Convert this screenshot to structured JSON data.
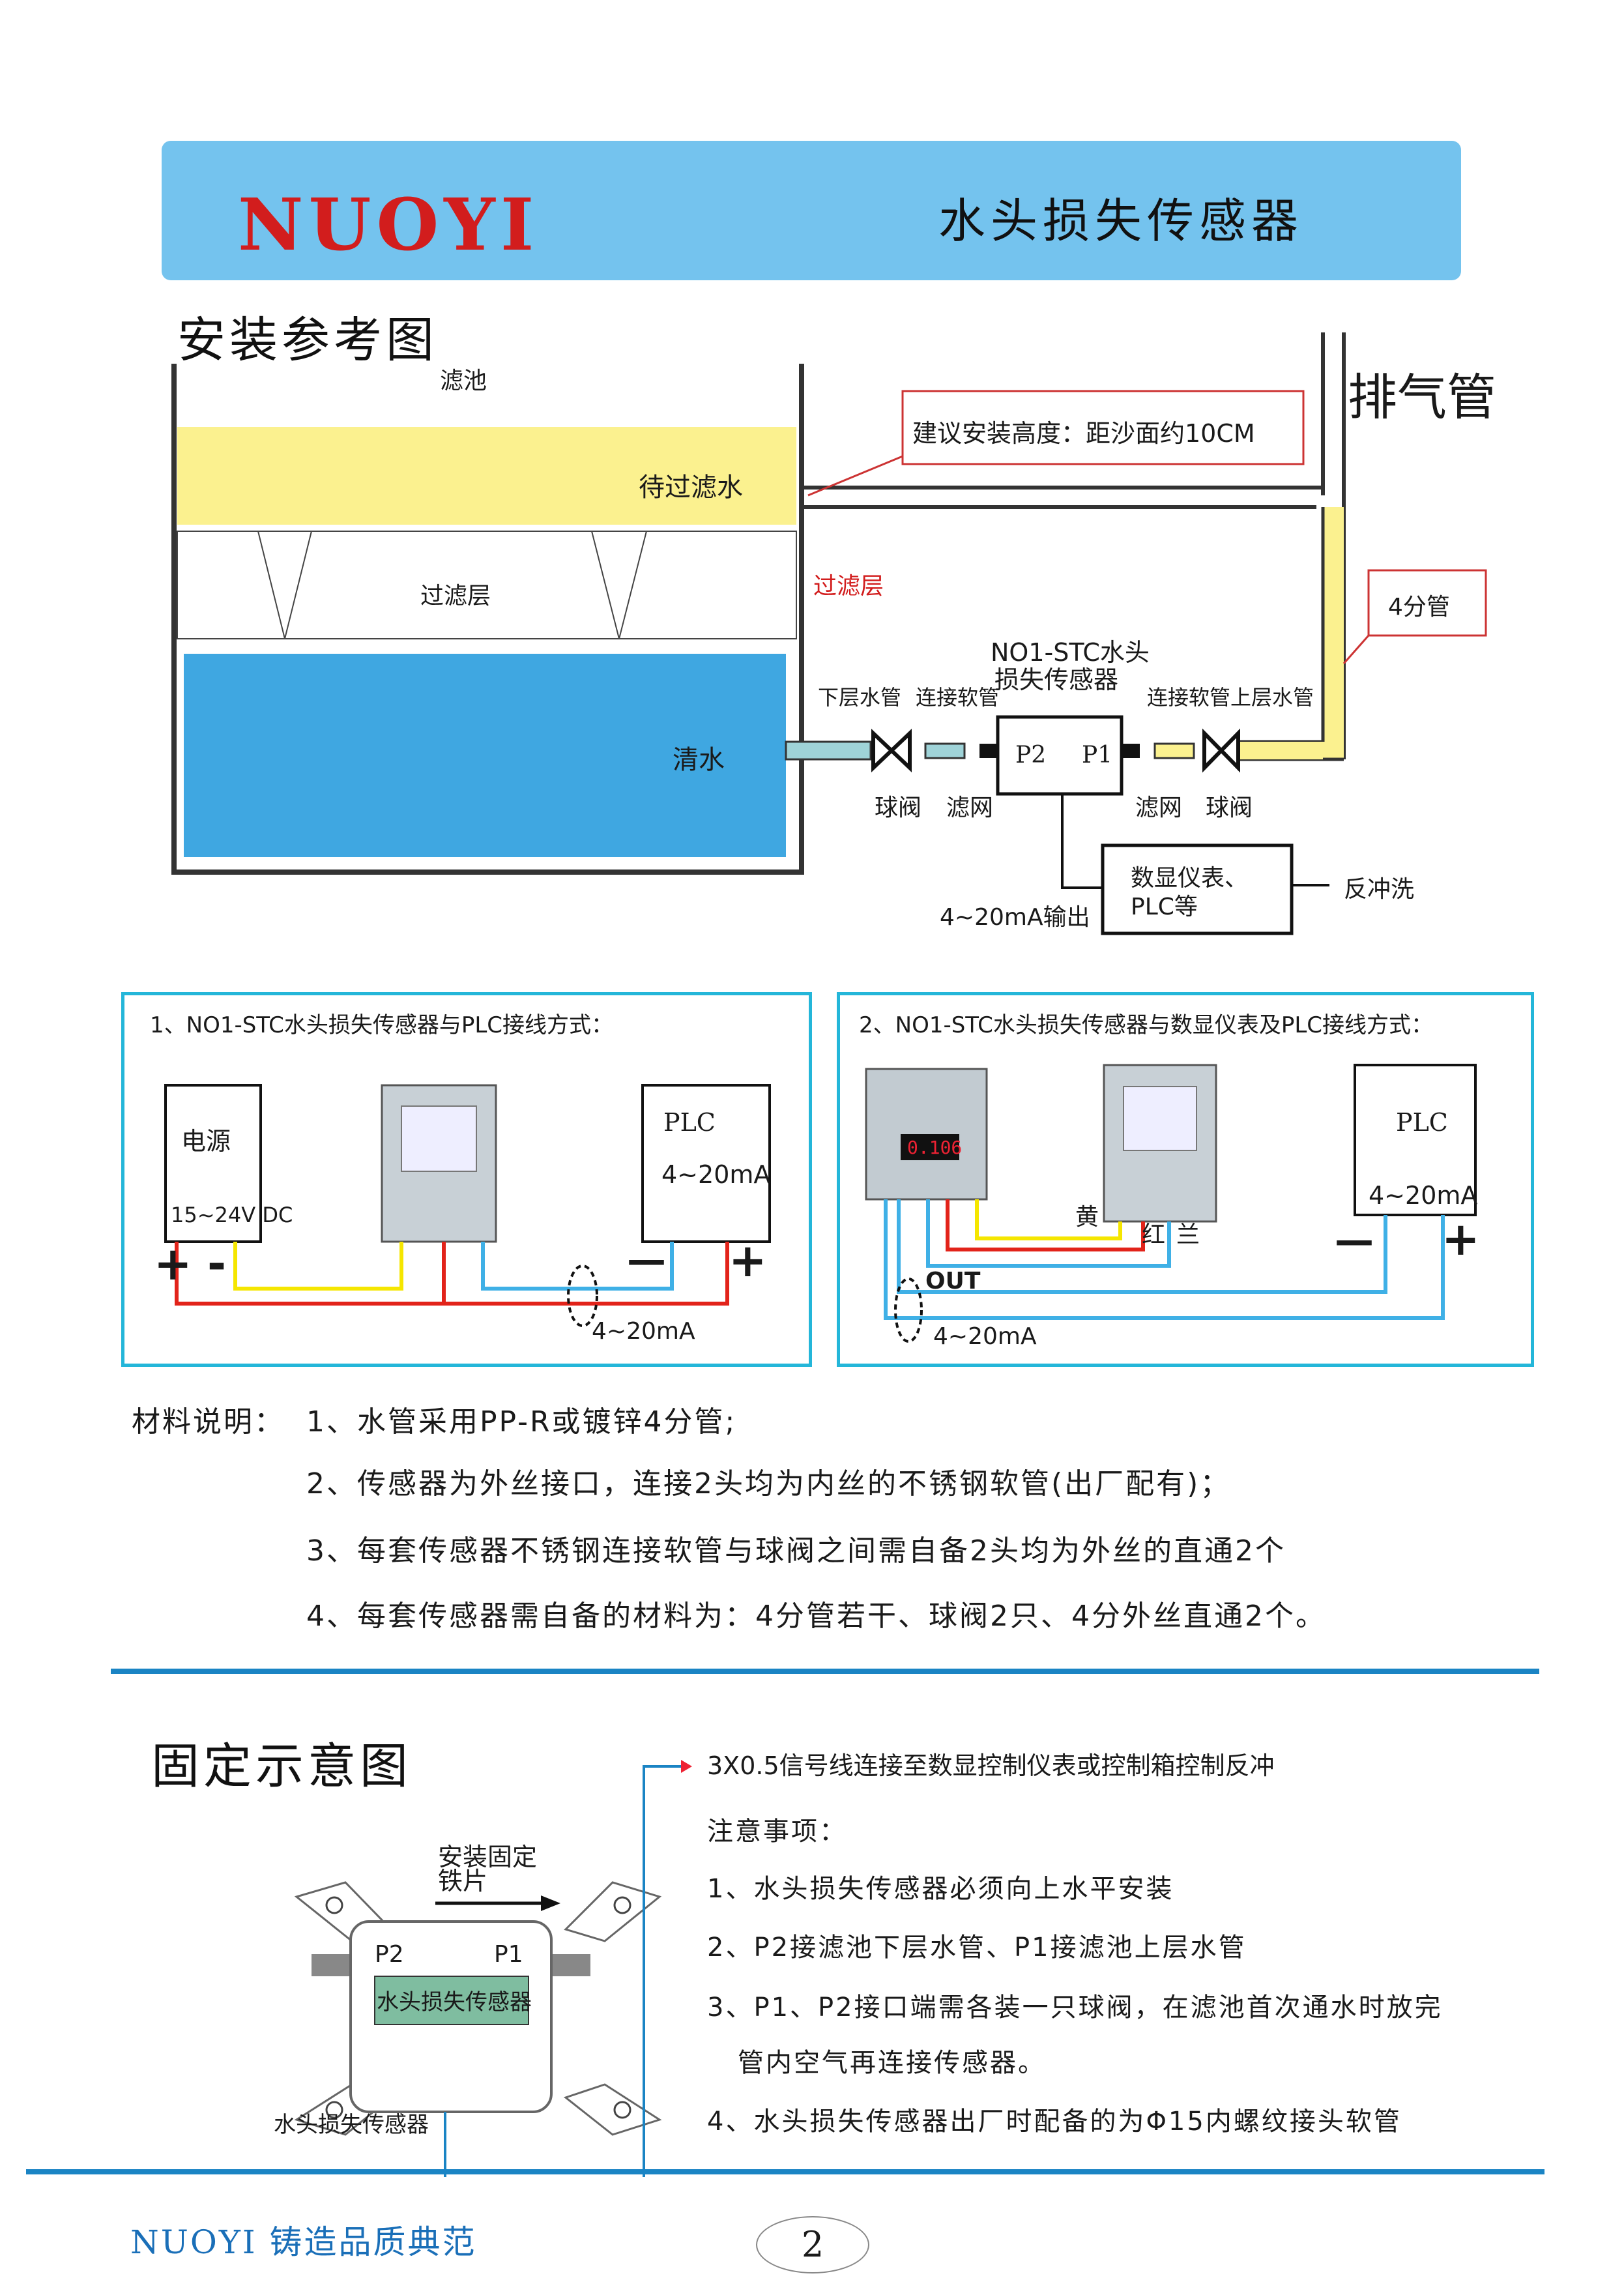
{
  "header": {
    "brand": "NUOYI",
    "title": "水头损失传感器"
  },
  "install": {
    "title": "安装参考图",
    "filter_pool": "滤池",
    "water_to_filter": "待过滤水",
    "filter_layer": "过滤层",
    "filter_layer_red": "过滤层",
    "clean_water": "清水",
    "exhaust_pipe": "排气管",
    "recommend_height": "建议安装高度：距沙面约10CM",
    "pipe_4fen": "4分管",
    "sensor_name_line1": "NO1-STC水头",
    "sensor_name_line2": "损失传感器",
    "lower_pipe": "下层水管",
    "hose_left": "连接软管",
    "hose_right": "连接软管",
    "upper_pipe": "上层水管",
    "ball_valve_left": "球阀",
    "filter_net_left": "滤网",
    "filter_net_right": "滤网",
    "ball_valve_right": "球阀",
    "p2": "P2",
    "p1": "P1",
    "display_line1": "数显仪表、",
    "display_line2": "PLC等",
    "backwash": "反冲洗",
    "output": "4~20mA输出"
  },
  "wiring1": {
    "title": "1、NO1-STC水头损失传感器与PLC接线方式：",
    "power": "电源",
    "voltage": "15~24V DC",
    "plc": "PLC",
    "plc_signal": "4~20mA",
    "plus_left": "+",
    "minus_left": "-",
    "minus_right": "—",
    "plus_right": "+",
    "loop": "4~20mA"
  },
  "wiring2": {
    "title": "2、NO1-STC水头损失传感器与数显仪表及PLC接线方式：",
    "meter_reading": "0.106",
    "yellow": "黄",
    "red": "红",
    "blue": "兰",
    "out": "OUT",
    "loop": "4~20mA",
    "plc": "PLC",
    "plc_signal": "4~20mA",
    "minus": "—",
    "plus": "+"
  },
  "materials": {
    "prefix": "材料说明：",
    "items": [
      "1、水管采用PP-R或镀锌4分管;",
      "2、传感器为外丝接口，连接2头均为内丝的不锈钢软管(出厂配有)；",
      "3、每套传感器不锈钢连接软管与球阀之间需自备2头均为外丝的直通2个",
      "4、每套传感器需自备的材料为：4分管若干、球阀2只、4分外丝直通2个。"
    ]
  },
  "fixing": {
    "title": "固定示意图",
    "signal_line": "3X0.5信号线连接至数显控制仪表或控制箱控制反冲",
    "bracket_line1": "安装固定",
    "bracket_line2": "铁片",
    "p2": "P2",
    "p1": "P1",
    "sensor_label": "水头损失传感器",
    "caption": "水头损失传感器",
    "notes_title": "注意事项：",
    "notes": [
      "1、水头损失传感器必须向上水平安装",
      "2、P2接滤池下层水管、P1接滤池上层水管",
      "3、P1、P2接口端需各装一只球阀，在滤池首次通水时放完",
      "管内空气再连接传感器。",
      "4、水头损失传感器出厂时配备的为Φ15内螺纹接头软管"
    ]
  },
  "footer": {
    "brand": "NUOYI 铸造品质典范",
    "page": "2"
  },
  "colors": {
    "header": "#74c3ee",
    "accent_blue": "#1a84c4",
    "logo_red": "#d21d1d",
    "wire_red": "#e2231a",
    "wire_yellow": "#f5e600",
    "wire_blue": "#3fb0e6"
  }
}
